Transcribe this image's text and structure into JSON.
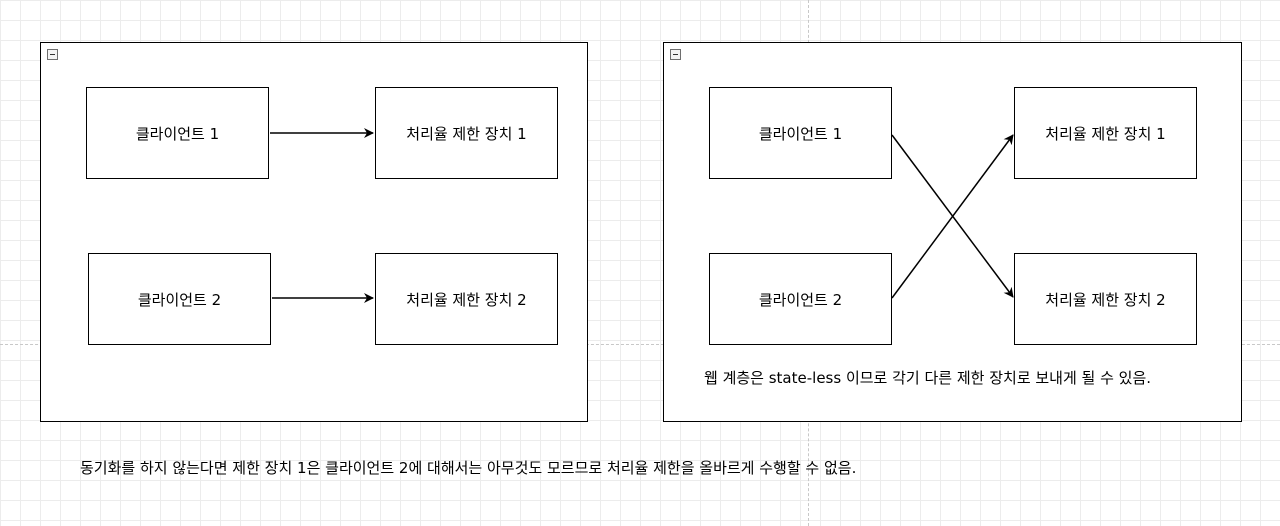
{
  "left_panel": {
    "client_1": "클라이언트 1",
    "client_2": "클라이언트 2",
    "limiter_1": "처리율 제한 장치 1",
    "limiter_2": "처리율 제한 장치 2"
  },
  "right_panel": {
    "client_1": "클라이언트 1",
    "client_2": "클라이언트 2",
    "limiter_1": "처리율 제한 장치 1",
    "limiter_2": "처리율 제한 장치 2",
    "note": "웹 계층은 state-less 이므로 각기 다른 제한 장치로 보내게 될 수 있음."
  },
  "caption": "동기화를 하지 않는다면 제한 장치 1은 클라이언트 2에 대해서는 아무것도 모르므로 처리율 제한을 올바르게 수행할 수 없음.",
  "icons": {
    "collapse": "collapse-minus-icon"
  },
  "colors": {
    "stroke": "#000000",
    "grid": "#ececec",
    "guide": "#c8c8c8"
  }
}
